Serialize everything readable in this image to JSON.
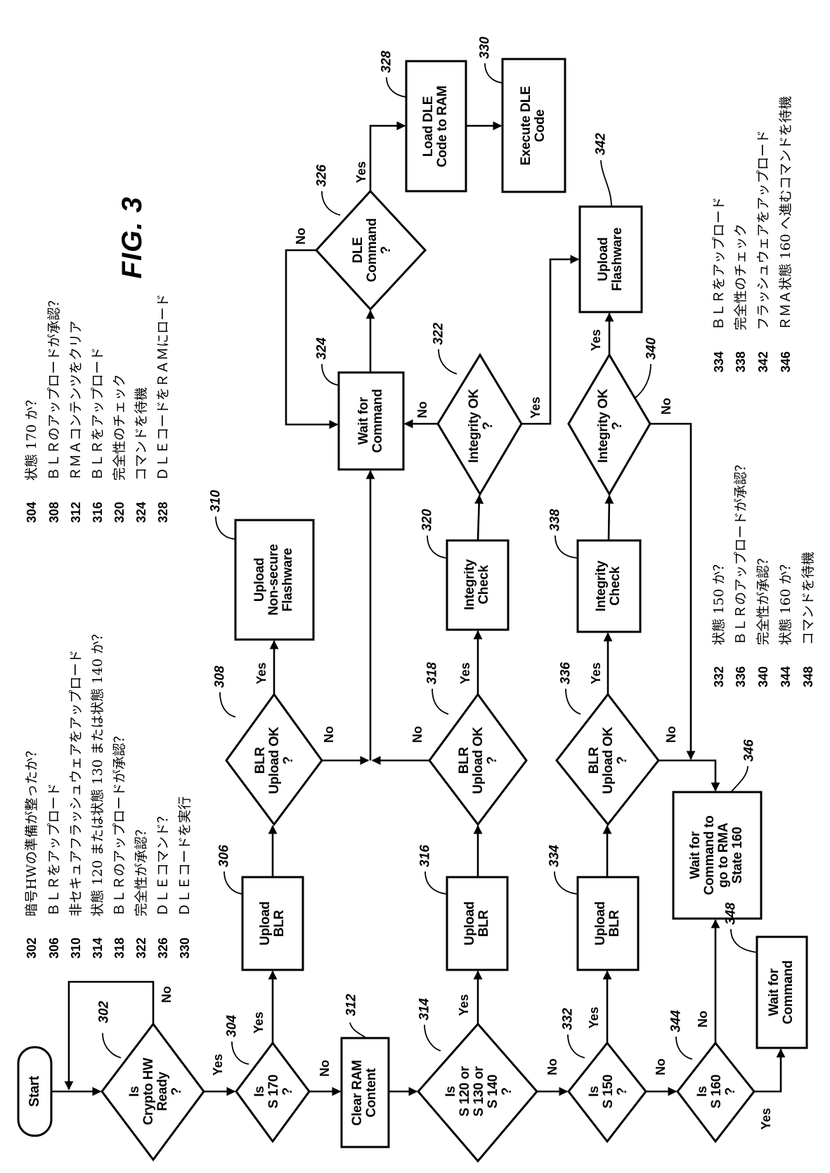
{
  "figure": {
    "label": "FIG. 3"
  },
  "legend": {
    "left_column": [
      {
        "num": "302",
        "text": "暗号HWの準備が整ったか？"
      },
      {
        "num": "306",
        "text": "ＢＬＲをアップロード"
      },
      {
        "num": "310",
        "text": "非セキュアフラッシュウェアをアップロード"
      },
      {
        "num": "314",
        "text": "状態 120 または状態 130 または状態 140 か？"
      },
      {
        "num": "318",
        "text": "ＢＬＲのアップロードが承認？"
      },
      {
        "num": "322",
        "text": "完全性が承認？"
      },
      {
        "num": "326",
        "text": "ＤＬＥコマンド？"
      },
      {
        "num": "330",
        "text": "ＤＬＥコードを実行"
      }
    ],
    "mid_column": [
      {
        "num": "304",
        "text": "状態 170 か？"
      },
      {
        "num": "308",
        "text": "ＢＬＲのアップロードが承認？"
      },
      {
        "num": "312",
        "text": "ＲＭＡコンテンツをクリア"
      },
      {
        "num": "316",
        "text": "ＢＬＲをアップロード"
      },
      {
        "num": "320",
        "text": "完全性のチェック"
      },
      {
        "num": "324",
        "text": "コマンドを待機"
      },
      {
        "num": "328",
        "text": "ＤＬＥコードをＲＡＭにロード"
      }
    ],
    "right_column": [
      {
        "num": "332",
        "text": "状態 150 か？"
      },
      {
        "num": "336",
        "text": "ＢＬＲのアップロードが承認？"
      },
      {
        "num": "340",
        "text": "完全性が承認？"
      },
      {
        "num": "344",
        "text": "状態 160 か？"
      },
      {
        "num": "348",
        "text": "コマンドを待機"
      }
    ],
    "far_right_column": [
      {
        "num": "334",
        "text": "ＢＬＲをアップロード"
      },
      {
        "num": "338",
        "text": "完全性のチェック"
      },
      {
        "num": "342",
        "text": "フラッシュウェアをアップロード"
      },
      {
        "num": "346",
        "text": "ＲＭＡ状態 160 へ進むコマンドを待機"
      }
    ]
  },
  "flowchart": {
    "nodes": {
      "start": {
        "label": "Start",
        "shape": "terminator"
      },
      "n302": {
        "label": "Is\nCrypto HW\nReady\n?",
        "ref": "302",
        "shape": "decision"
      },
      "n304": {
        "label": "Is\nS 170\n?",
        "ref": "304",
        "shape": "decision"
      },
      "n306": {
        "label": "Upload\nBLR",
        "ref": "306",
        "shape": "process"
      },
      "n308": {
        "label": "BLR\nUpload OK\n?",
        "ref": "308",
        "shape": "decision"
      },
      "n310": {
        "label": "Upload\nNon-secure\nFlashware",
        "ref": "310",
        "shape": "process"
      },
      "n312": {
        "label": "Clear RAM\nContent",
        "ref": "312",
        "shape": "process"
      },
      "n314": {
        "label": "Is\nS 120 or\nS 130 or\nS 140\n?",
        "ref": "314",
        "shape": "decision"
      },
      "n316": {
        "label": "Upload\nBLR",
        "ref": "316",
        "shape": "process"
      },
      "n318": {
        "label": "BLR\nUpload OK\n?",
        "ref": "318",
        "shape": "decision"
      },
      "n320": {
        "label": "Integrity\nCheck",
        "ref": "320",
        "shape": "process"
      },
      "n322": {
        "label": "Integrity OK\n?",
        "ref": "322",
        "shape": "decision"
      },
      "n324": {
        "label": "Wait for\nCommand",
        "ref": "324",
        "shape": "process"
      },
      "n326": {
        "label": "DLE\nCommand\n?",
        "ref": "326",
        "shape": "decision"
      },
      "n328": {
        "label": "Load DLE\nCode to RAM",
        "ref": "328",
        "shape": "process"
      },
      "n330": {
        "label": "Execute DLE\nCode",
        "ref": "330",
        "shape": "process"
      },
      "n332": {
        "label": "Is\nS 150\n?",
        "ref": "332",
        "shape": "decision"
      },
      "n334": {
        "label": "Upload\nBLR",
        "ref": "334",
        "shape": "process"
      },
      "n336": {
        "label": "BLR\nUpload OK\n?",
        "ref": "336",
        "shape": "decision"
      },
      "n338": {
        "label": "Integrity\nCheck",
        "ref": "338",
        "shape": "process"
      },
      "n340": {
        "label": "Integrity OK\n?",
        "ref": "340",
        "shape": "decision"
      },
      "n342": {
        "label": "Upload\nFlashware",
        "ref": "342",
        "shape": "process"
      },
      "n344": {
        "label": "Is\nS 160\n?",
        "ref": "344",
        "shape": "decision"
      },
      "n346": {
        "label": "Wait for\nCommand to\ngo to RMA\nState 160",
        "ref": "346",
        "shape": "process"
      },
      "n348": {
        "label": "Wait for\nCommand",
        "ref": "348",
        "shape": "process"
      }
    },
    "edge_labels": {
      "e302_no": "No",
      "e302_yes": "Yes",
      "e304_yes": "Yes",
      "e304_no": "No",
      "e308_yes": "Yes",
      "e308_no": "No",
      "e314_yes": "Yes",
      "e314_no": "No",
      "e318_yes": "Yes",
      "e318_no": "No",
      "e322_yes": "Yes",
      "e322_no": "No",
      "e326_yes": "Yes",
      "e326_no": "No",
      "e332_yes": "Yes",
      "e332_no": "No",
      "e336_yes": "Yes",
      "e336_no": "No",
      "e340_yes": "Yes",
      "e340_no": "No",
      "e344_yes": "Yes",
      "e344_no": "No"
    }
  }
}
